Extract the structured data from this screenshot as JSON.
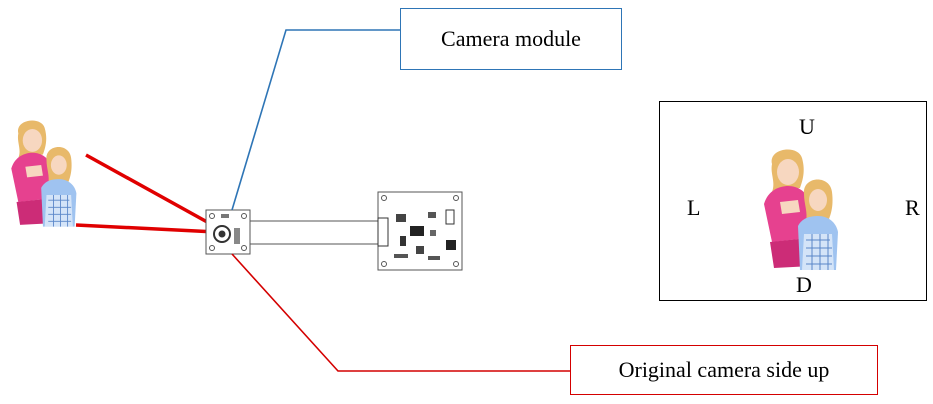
{
  "labels": {
    "camera_module": "Camera module",
    "original_side_up": "Original camera side up"
  },
  "orientation": {
    "up": "U",
    "down": "D",
    "left": "L",
    "right": "R"
  },
  "colors": {
    "camera_leader": "#2e75b6",
    "orig_leader": "#d40000",
    "sight_lines": "#e00000"
  },
  "icons": {
    "subject": "two-women-clipart-icon",
    "camera": "camera-sensor-board-icon",
    "controller": "controller-pcb-icon"
  }
}
